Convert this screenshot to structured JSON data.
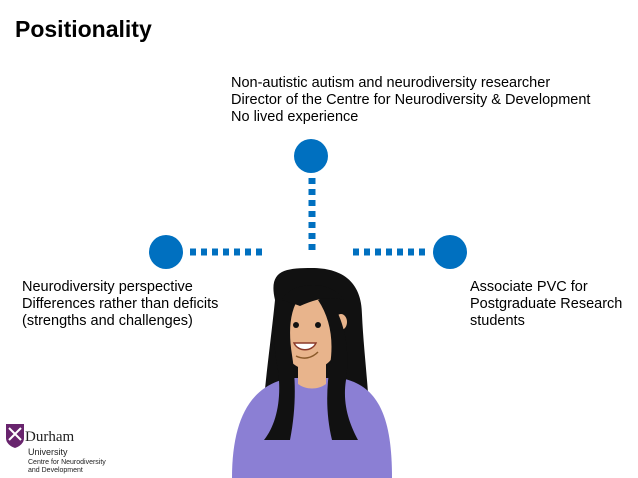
{
  "slide": {
    "title": "Positionality",
    "top_lines": [
      "Non-autistic autism and neurodiversity researcher",
      "Director of the Centre for Neurodiversity & Development",
      "No lived experience"
    ],
    "left_lines": [
      "Neurodiversity perspective",
      "Differences rather than deficits",
      "(strengths and challenges)"
    ],
    "right_lines": [
      "Associate PVC for",
      "Postgraduate Research",
      "students"
    ]
  },
  "logo": {
    "name": "Durham",
    "university": "University",
    "centre_lines": [
      "Centre for Neurodiversity",
      "and Development"
    ],
    "color": "#68246D"
  },
  "colors": {
    "accent": "#0070C0",
    "hair": "#111111",
    "skin": "#E8B48C",
    "shirt": "#8B7FD4"
  }
}
